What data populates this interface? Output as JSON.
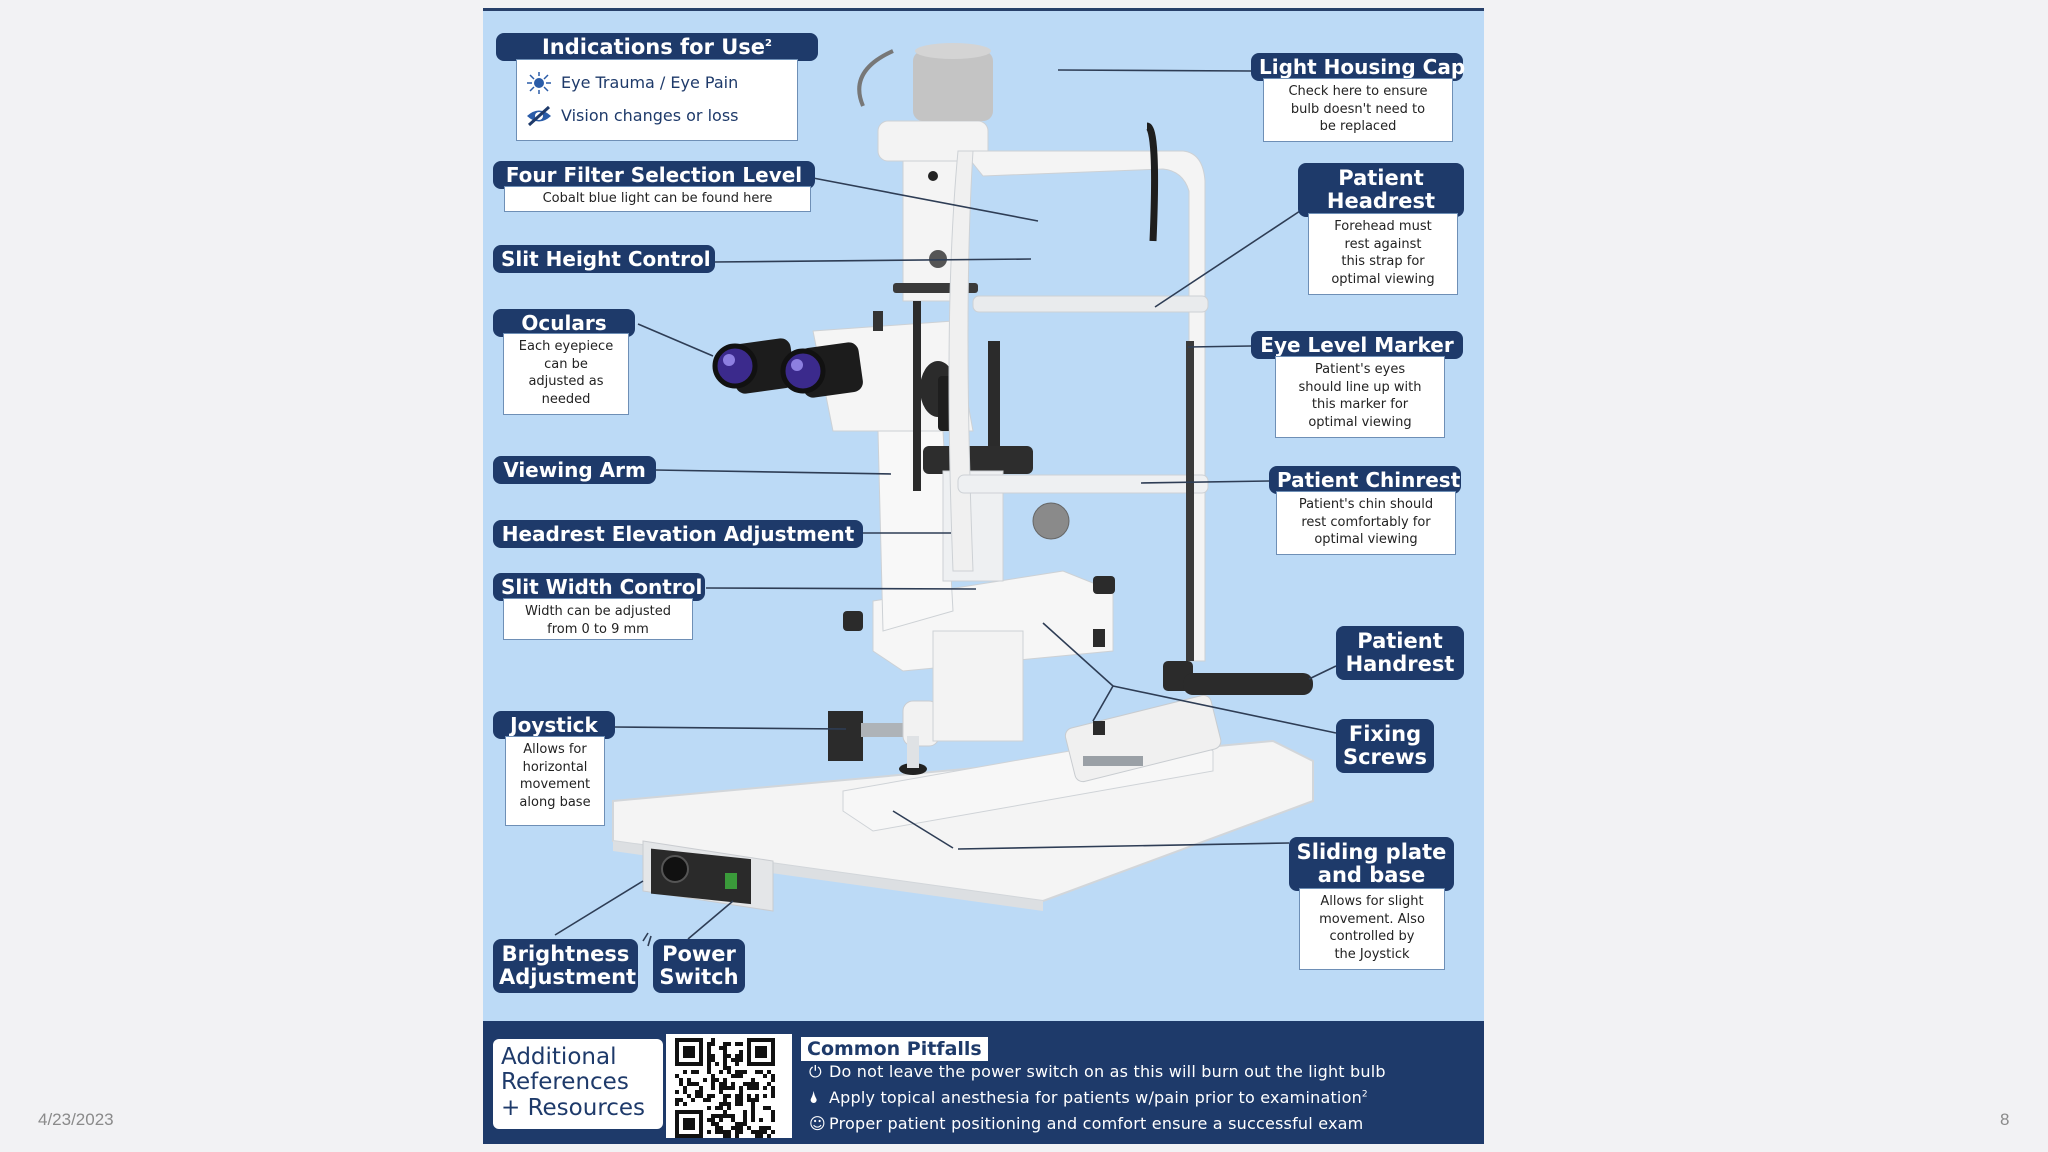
{
  "slide": {
    "date": "4/23/2023",
    "page_number": "8"
  },
  "indications": {
    "title": "Indications for Use",
    "superscript": "2",
    "items": [
      {
        "icon": "sun-burst-icon",
        "label": "Eye Trauma / Eye Pain"
      },
      {
        "icon": "eye-slash-icon",
        "label": "Vision changes or loss"
      }
    ]
  },
  "labels": {
    "four_filter": {
      "title": "Four Filter Selection Level",
      "note": "Cobalt blue light can be found here"
    },
    "slit_height": {
      "title": "Slit Height Control"
    },
    "oculars": {
      "title": "Oculars",
      "note": "Each eyepiece\ncan be\nadjusted as\nneeded"
    },
    "viewing_arm": {
      "title": "Viewing Arm"
    },
    "headrest_elevation": {
      "title": "Headrest Elevation Adjustment"
    },
    "slit_width": {
      "title": "Slit Width Control",
      "note": "Width can be adjusted\nfrom 0 to 9 mm"
    },
    "joystick": {
      "title": "Joystick",
      "note": "Allows for\nhorizontal\nmovement\nalong base"
    },
    "brightness": {
      "title": "Brightness\nAdjustment"
    },
    "power_switch": {
      "title": "Power\nSwitch"
    },
    "light_housing_cap": {
      "title": "Light Housing Cap",
      "note": "Check here to ensure\nbulb doesn't need to\nbe replaced"
    },
    "patient_headrest": {
      "title": "Patient\nHeadrest",
      "note": "Forehead must\nrest against\nthis strap for\noptimal viewing"
    },
    "eye_level_marker": {
      "title": "Eye Level Marker",
      "note": "Patient's eyes\nshould line up with\nthis marker for\noptimal viewing"
    },
    "patient_chinrest": {
      "title": "Patient Chinrest",
      "note": "Patient's chin should\nrest comfortably for\noptimal viewing"
    },
    "patient_handrest": {
      "title": "Patient\nHandrest"
    },
    "fixing_screws": {
      "title": "Fixing\nScrews"
    },
    "sliding_plate": {
      "title": "Sliding plate\nand base",
      "note": "Allows for slight\nmovement. Also\ncontrolled by\nthe Joystick"
    }
  },
  "resources": {
    "label": "Additional\nReferences\n+ Resources"
  },
  "pitfalls": {
    "title": "Common Pitfalls",
    "items": [
      {
        "icon": "power-icon",
        "text": "Do not leave the power switch on as this will burn out the light bulb"
      },
      {
        "icon": "dropper-icon",
        "text": "Apply topical anesthesia for patients w/pain prior to examination",
        "superscript": "2"
      },
      {
        "icon": "smile-icon",
        "text": "Proper patient positioning and comfort ensure a successful exam"
      }
    ]
  },
  "colors": {
    "poster_bg": "#bcdaf6",
    "label_bg": "#1e3a6a",
    "label_text": "#ffffff",
    "slide_bg": "#f2f2f4"
  }
}
